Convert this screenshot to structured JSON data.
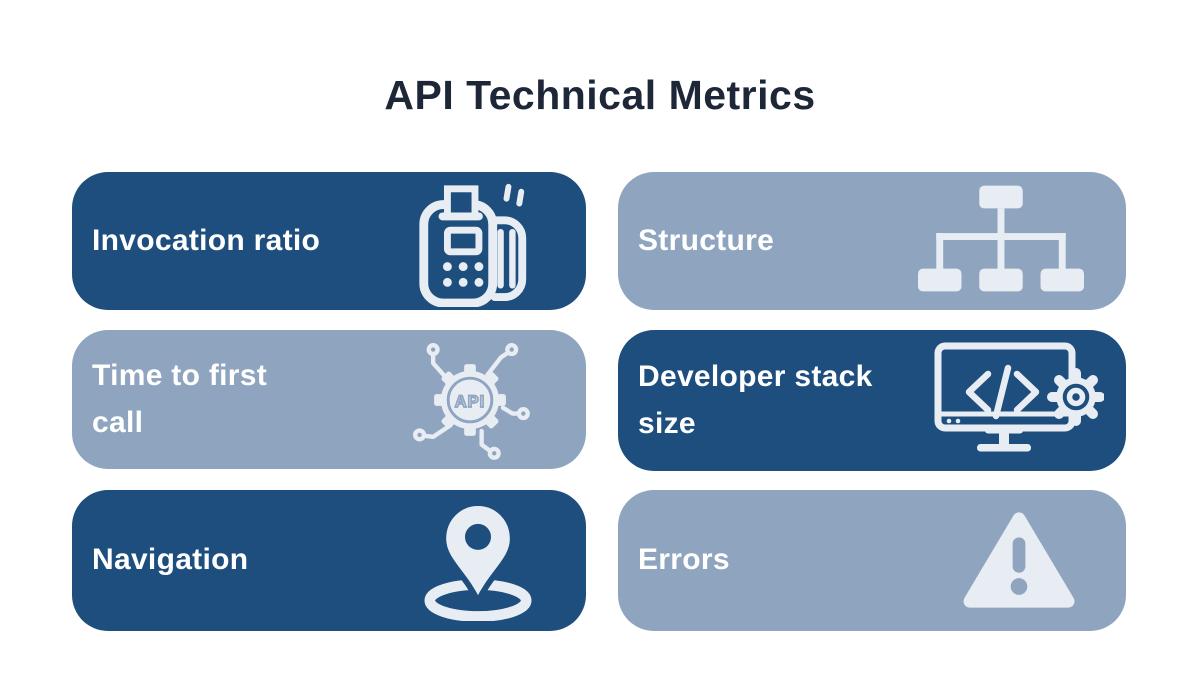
{
  "title": "API Technical Metrics",
  "colors": {
    "background": "#FFFFFF",
    "title_text": "#1E2737",
    "dark_card": "#1D4E7E",
    "light_card": "#8FA5BF",
    "card_text": "#FFFFFF",
    "icon_fill": "#E8EDF4"
  },
  "cards": [
    {
      "label": "Invocation ratio",
      "variant": "dark",
      "icon": "pos-terminal-icon"
    },
    {
      "label": "Structure",
      "variant": "light",
      "icon": "sitemap-icon"
    },
    {
      "label": "Time to first\ncall",
      "variant": "light",
      "icon": "api-network-icon",
      "icon_text": "API"
    },
    {
      "label": "Developer stack\nsize",
      "variant": "dark",
      "icon": "code-monitor-icon"
    },
    {
      "label": "Navigation",
      "variant": "dark",
      "icon": "location-pin-icon"
    },
    {
      "label": "Errors",
      "variant": "light",
      "icon": "warning-triangle-icon"
    }
  ]
}
